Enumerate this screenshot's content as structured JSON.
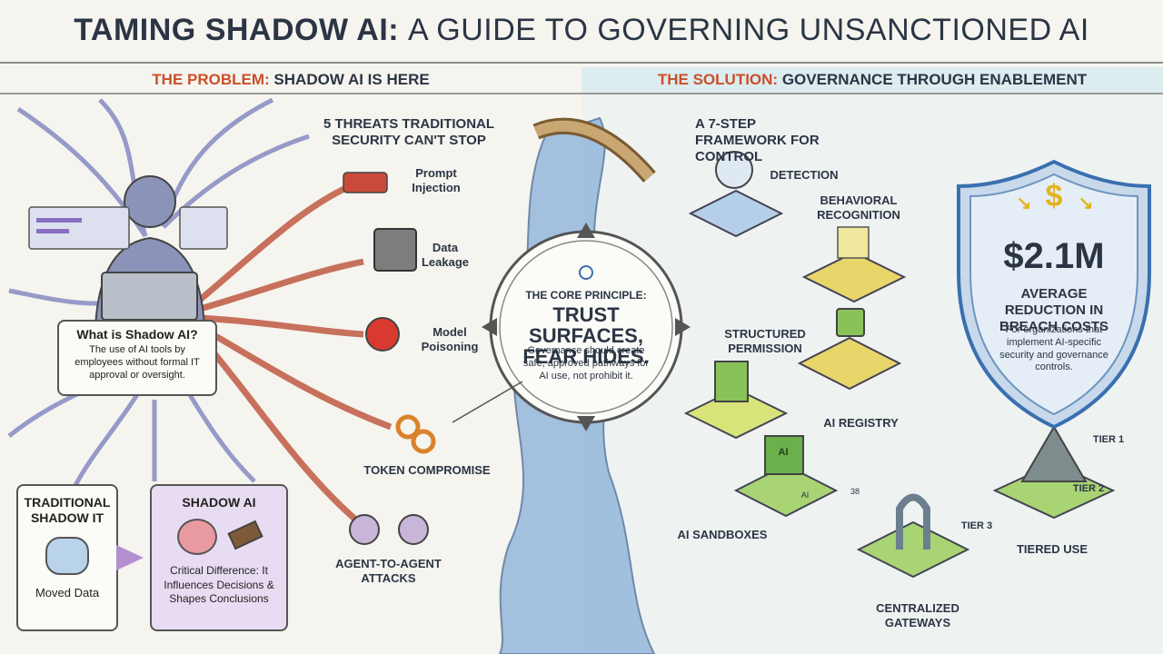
{
  "title": {
    "bold": "TAMING SHADOW AI:",
    "rest": "A GUIDE TO GOVERNING UNSANCTIONED AI"
  },
  "problem_header": {
    "prefix": "THE PROBLEM:",
    "text": "SHADOW AI IS HERE"
  },
  "solution_header": {
    "prefix": "THE SOLUTION:",
    "text": "GOVERNANCE THROUGH ENABLEMENT"
  },
  "what_is": {
    "title": "What is Shadow AI?",
    "body": "The use of AI tools by employees without formal IT approval or oversight."
  },
  "traditional": {
    "title": "TRADITIONAL SHADOW IT",
    "caption": "Moved Data"
  },
  "shadow_ai": {
    "title": "SHADOW AI",
    "caption": "Critical Difference: It Influences Decisions & Shapes Conclusions"
  },
  "threats": {
    "heading": "5 THREATS TRADITIONAL SECURITY CAN'T STOP",
    "items": [
      "Prompt Injection",
      "Data Leakage",
      "Model Poisoning",
      "TOKEN COMPROMISE",
      "AGENT-TO-AGENT ATTACKS"
    ]
  },
  "core": {
    "label": "THE CORE PRINCIPLE:",
    "headline": "TRUST SURFACES, FEAR HIDES.",
    "body": "Governance should create safe, approved pathways for AI use, not prohibit it."
  },
  "framework": {
    "heading": "A 7-STEP FRAMEWORK FOR CONTROL",
    "steps": [
      "DETECTION",
      "BEHAVIORAL RECOGNITION",
      "STRUCTURED PERMISSION",
      "AI REGISTRY",
      "AI SANDBOXES",
      "CENTRALIZED GATEWAYS",
      "TIERED USE"
    ]
  },
  "tiers": [
    "TIER 1",
    "TIER 2",
    "TIER 3"
  ],
  "small_marks": {
    "ai_block": "AI",
    "ai_small": "AI",
    "num": "38"
  },
  "stat": {
    "value": "$2.1M",
    "label": "AVERAGE REDUCTION IN BREACH COSTS",
    "note": "For organizations that implement AI-specific security and governance controls."
  },
  "colors": {
    "accent_red": "#c8502a",
    "navy": "#2b3544",
    "blue": "#3a6fb0",
    "green": "#7fb84a",
    "yellow": "#e8c83a"
  }
}
